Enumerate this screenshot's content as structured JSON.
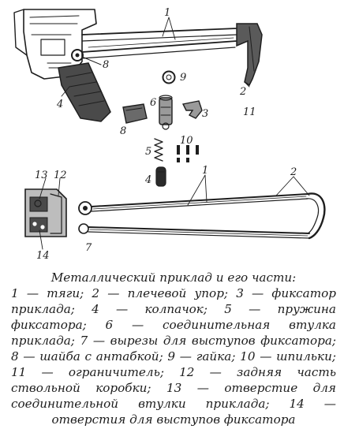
{
  "diagram": {
    "labels": {
      "top_1": "1",
      "top_2": "2",
      "top_11": "11",
      "top_8": "8",
      "top_4": "4",
      "mid_9": "9",
      "mid_6": "6",
      "mid_3": "3",
      "mid_8": "8",
      "mid_5": "5",
      "mid_10": "10",
      "mid_4": "4",
      "bot_1": "1",
      "bot_2": "2",
      "bot_13": "13",
      "bot_12": "12",
      "bot_14": "14",
      "bot_7": "7"
    }
  },
  "caption": {
    "title": "Металлический приклад и его части:",
    "body": "1 — тяги; 2 — плечевой упор; 3 — фиксатор приклада; 4 — колпачок; 5 — пружина фиксатора; 6 — соединительная втулка приклада; 7 — вырезы для выступов фиксатора; 8 — шайба с антабкой; 9 — гайка; 10 — шпильки; 11 — ограничитель; 12 — задняя часть ствольной коробки; 13 — отверстие для соединительной втулки приклада; 14 — отверстия для выступов фиксатора"
  }
}
